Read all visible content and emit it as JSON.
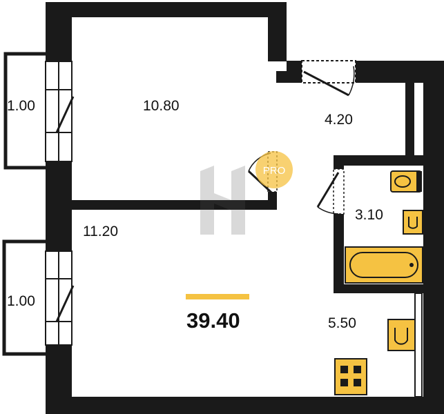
{
  "plan": {
    "total_area": "39.40",
    "accent_color": "#F5C242",
    "wall_color": "#1a1a1a",
    "rooms": [
      {
        "id": "bedroom",
        "area": "10.80"
      },
      {
        "id": "hallway",
        "area": "4.20"
      },
      {
        "id": "living",
        "area": "11.20"
      },
      {
        "id": "bathroom",
        "area": "3.10"
      },
      {
        "id": "kitchen",
        "area": "5.50"
      },
      {
        "id": "balcony-top",
        "area": "1.00"
      },
      {
        "id": "balcony-bottom",
        "area": "1.00"
      }
    ],
    "badge": {
      "text": "PRO",
      "color": "#F5C242"
    },
    "watermark_icon": "letter-h-watermark",
    "fixtures": [
      "toilet-icon",
      "sink-icon",
      "bathtub-icon",
      "sink-icon",
      "stove-icon"
    ]
  }
}
